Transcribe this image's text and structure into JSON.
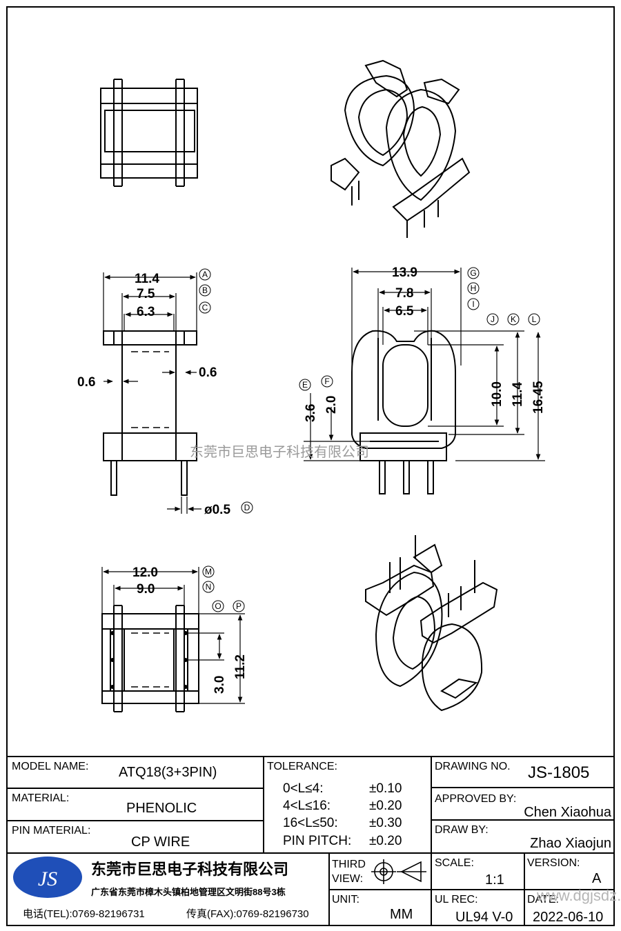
{
  "views": {
    "top": {
      "labels": {
        "A": "A",
        "B": "B",
        "C": "C",
        "D": "D"
      },
      "dims": {
        "w1": "11.4",
        "w2": "7.5",
        "w3": "6.3",
        "thick_l": "0.6",
        "thick_r": "0.6",
        "pin_dia": "ø0.5"
      }
    },
    "side": {
      "labels": {
        "E": "E",
        "F": "F",
        "G": "G",
        "H": "H",
        "I": "I",
        "J": "J",
        "K": "K",
        "L": "L"
      },
      "dims": {
        "w1": "13.9",
        "w2": "7.8",
        "w3": "6.5",
        "h_e": "3.6",
        "h_f": "2.0",
        "h_j": "10.0",
        "h_k": "11.4",
        "h_l": "16.45"
      }
    },
    "bottom": {
      "labels": {
        "M": "M",
        "N": "N",
        "O": "O",
        "P": "P"
      },
      "dims": {
        "w1": "12.0",
        "w2": "9.0",
        "h_o": "3.0",
        "h_p": "11.2"
      }
    },
    "watermark": "东莞市巨思电子科技有限公司"
  },
  "title_block": {
    "model_name_label": "MODEL NAME:",
    "model_name": "ATQ18(3+3PIN)",
    "material_label": "MATERIAL:",
    "material": "PHENOLIC",
    "pin_material_label": "PIN MATERIAL:",
    "pin_material": "CP WIRE",
    "tolerance_label": "TOLERANCE:",
    "tolerances": [
      {
        "range": "0<L≤4:",
        "value": "±0.10"
      },
      {
        "range": "4<L≤16:",
        "value": "±0.20"
      },
      {
        "range": "16<L≤50:",
        "value": "±0.30"
      },
      {
        "range": "PIN PITCH:",
        "value": "±0.20"
      }
    ],
    "drawing_no_label": "DRAWING NO.",
    "drawing_no": "JS-1805",
    "approved_by_label": "APPROVED BY:",
    "approved_by": "Chen Xiaohua",
    "draw_by_label": "DRAW BY:",
    "draw_by": "Zhao Xiaojun",
    "logo": "JS",
    "company_name": "东莞市巨思电子科技有限公司",
    "company_address": "广东省东莞市樟木头镇柏地管理区文明街88号3栋",
    "tel": "电话(TEL):0769-82196731",
    "fax": "传真(FAX):0769-82196730",
    "third_view_label_1": "THIRD",
    "third_view_label_2": "VIEW:",
    "unit_label": "UNIT:",
    "unit": "MM",
    "scale_label": "SCALE:",
    "scale": "1:1",
    "version_label": "VERSION:",
    "version": "A",
    "ul_rec_label": "UL REC:",
    "ul_rec": "UL94 V-0",
    "date_label": "DATE:",
    "date": "2022-06-10",
    "site_watermark": "www.dgjsdz.com"
  }
}
